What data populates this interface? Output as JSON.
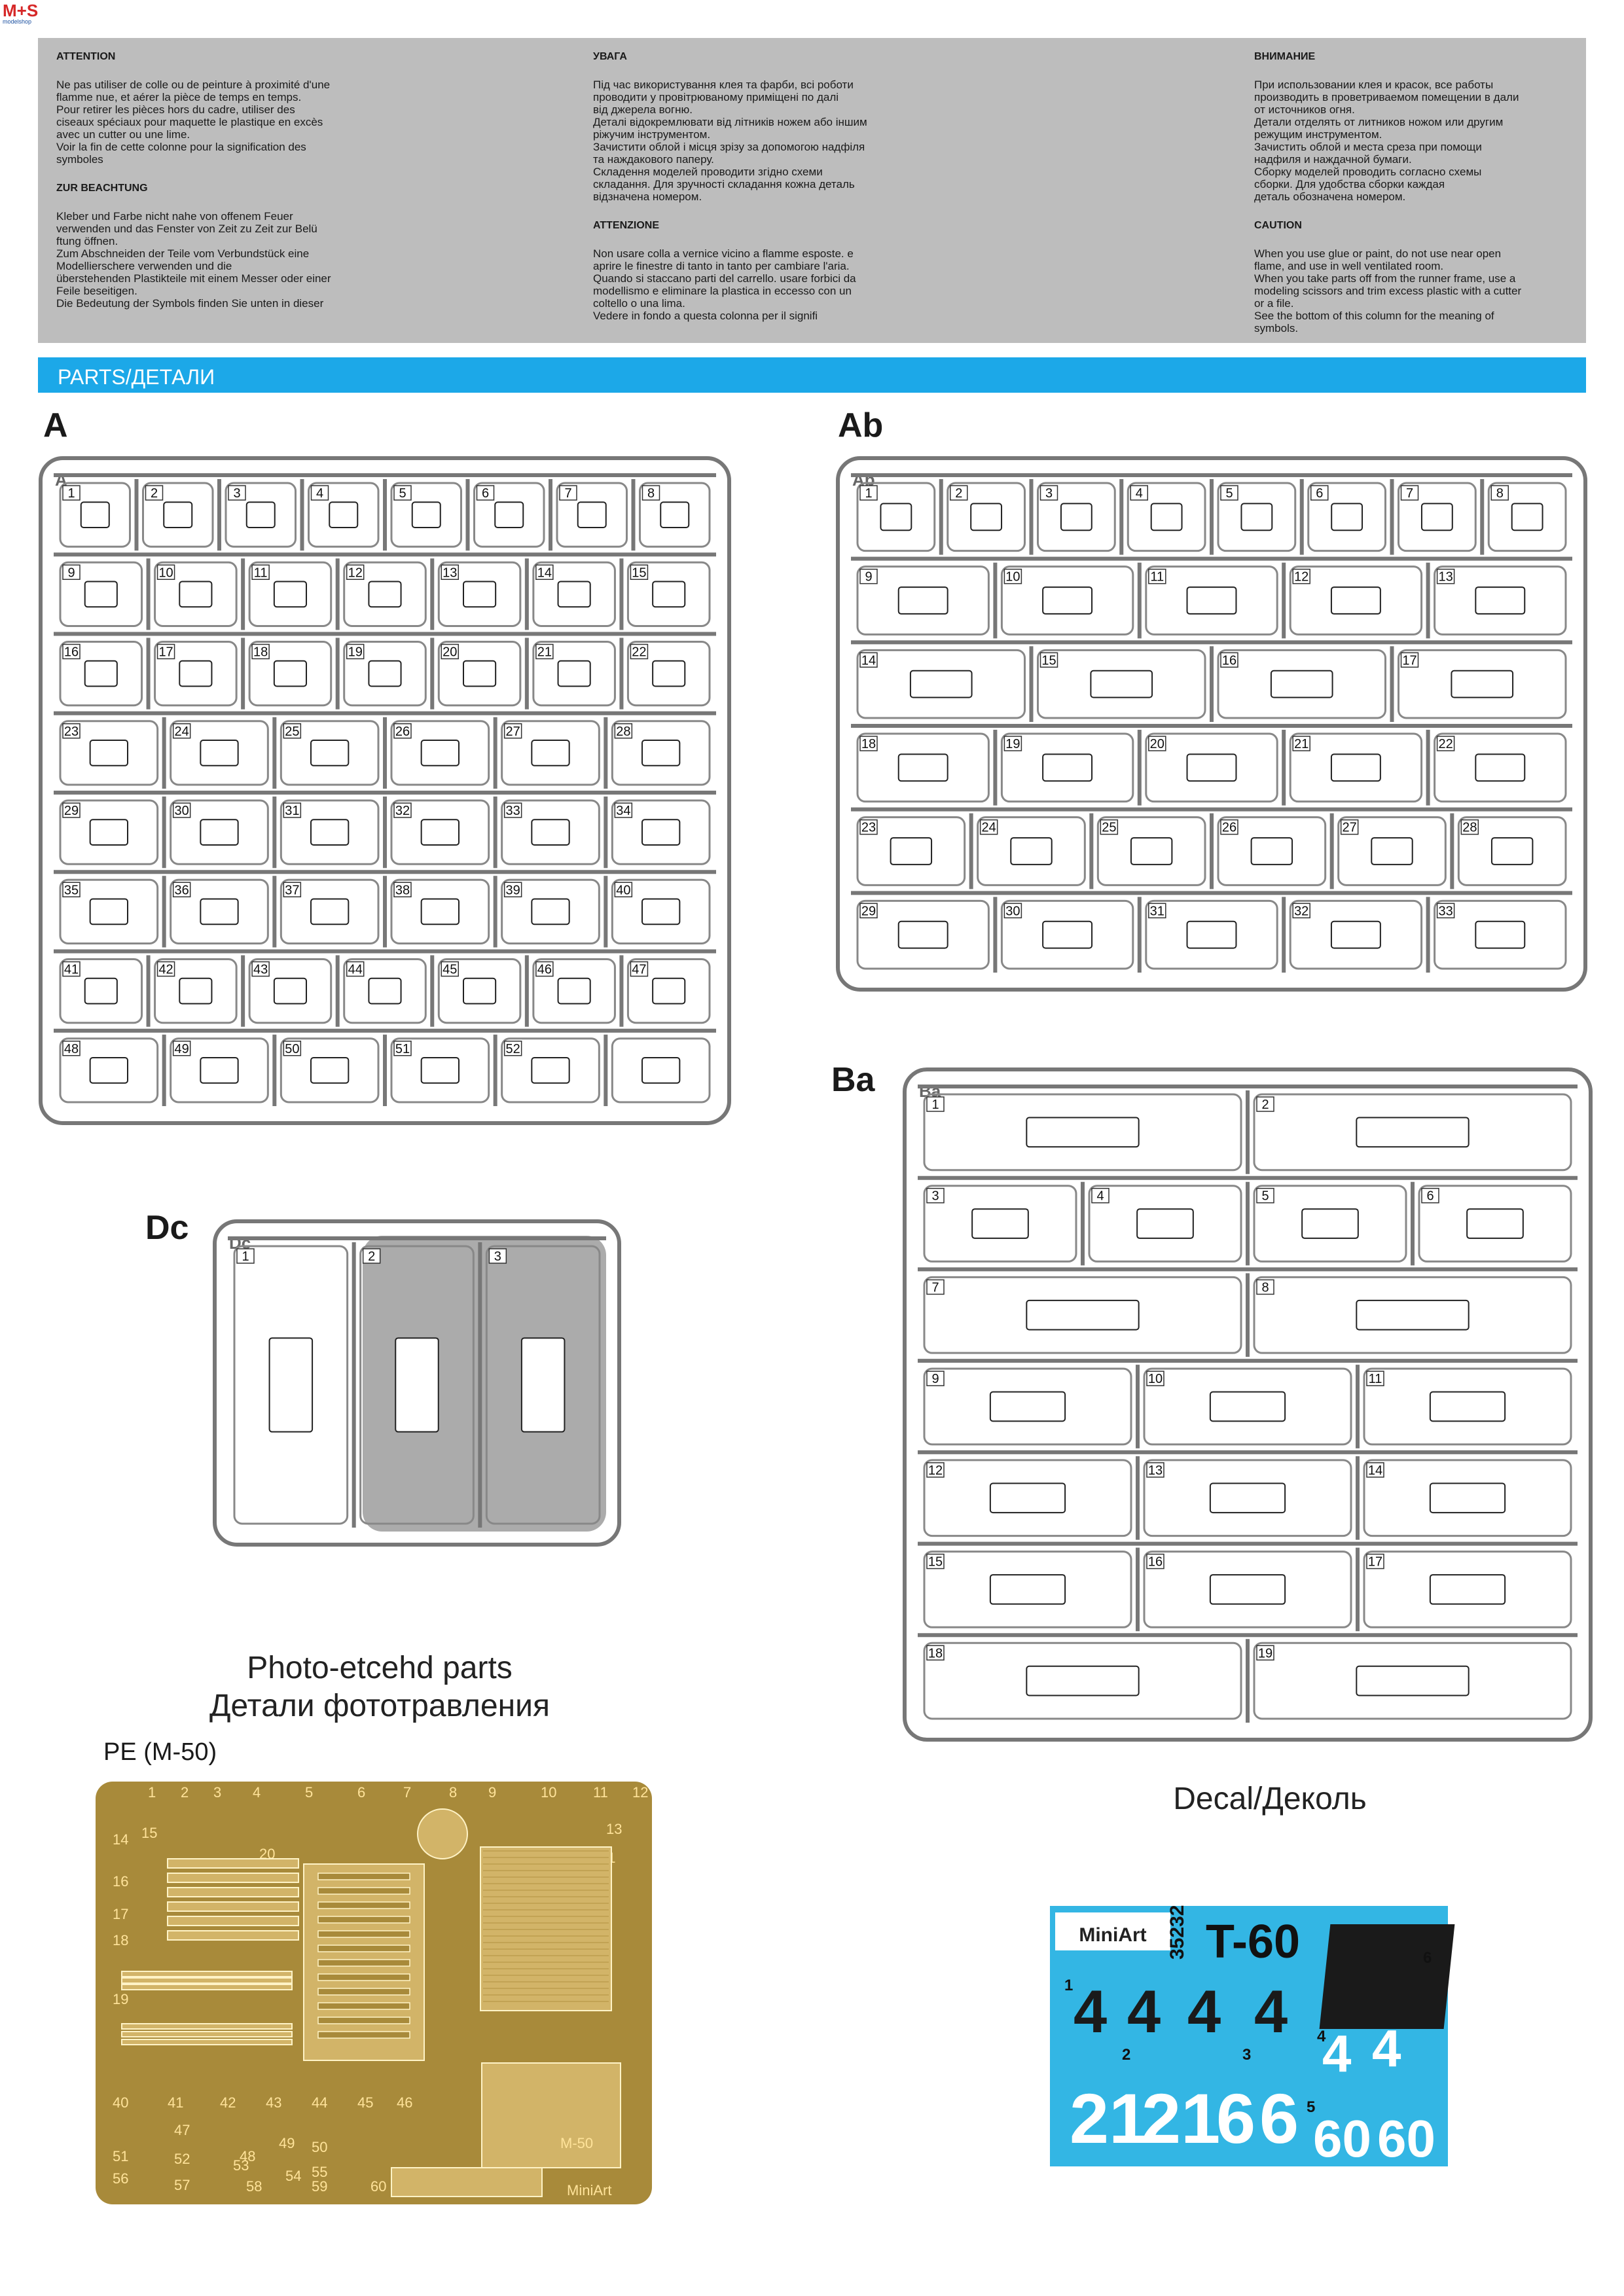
{
  "header": {
    "logo_text": "M+S",
    "logo_sub": "modelshop"
  },
  "warnings": {
    "fr": {
      "title": "ATTENTION",
      "text": "Ne pas utiliser de colle ou de peinture à proximité d'une\nflamme nue, et aérer la pièce de temps en temps.\nPour retirer les pièces hors du cadre, utiliser des\nciseaux spéciaux pour maquette le plastique en excès\navec un cutter ou une lime.\nVoir la fin de cette colonne pour la signification des\nsymboles"
    },
    "de": {
      "title": "ZUR BEACHTUNG",
      "text": "Kleber und Farbe nicht nahe von offenem Feuer\nverwenden und das Fenster von Zeit zu Zeit zur Belü\nftung öffnen.\nZum Abschneiden der Teile vom Verbundstück eine\nModellierschere verwenden und die\nüberstehenden Plastikteile mit einem Messer oder einer\nFeile beseitigen.\nDie Bedeutung der Symbols finden Sie unten in dieser"
    },
    "ua": {
      "title": "УВАГА",
      "text": "Під час використування клея та фарби, всі роботи\nпроводити у провітрюваному приміщені по далі\nвід джерела вогню.\nДеталі відокремлювати від літників ножем або іншим\nріжучим інструментом.\nЗачистити облой і місця зрізу за допомогою надфіля\nта наждакового паперу.\nСкладення моделей проводити згідно схеми\nскладання. Для зручності складання кожна деталь\nвідзначена номером."
    },
    "it": {
      "title": "ATTENZIONE",
      "text": "Non usare colla a vernice vicino a flamme esposte. e\naprire le finestre di tanto in tanto per cambiare l'aria.\nQuando si staccano parti del carrello. usare forbici da\nmodellismo e eliminare la plastica in eccesso con un\ncoltello o una lima.\nVedere in fondo a questa colonna per il signifi"
    },
    "ru": {
      "title": "ВНИМАНИЕ",
      "text": "При использовании клея и красок, все работы\nпроизводить в проветриваемом помещении в дали\nот источников огня.\nДетали отделять от литников ножом или другим\nрежущим инструментом.\nЗачистить облой и места среза при помощи\nнадфиля и наждачной бумаги.\nСборку моделей проводить согласно схемы\nсборки. Для удобства сборки каждая\nдеталь обозначена номером."
    },
    "en": {
      "title": "CAUTION",
      "text": "When you use glue or paint, do not use near open\nflame, and use in well ventilated room.\nWhen you take parts off from the runner frame, use a\nmodeling scissors and trim excess plastic with a cutter\nor a file.\nSee the bottom of this column for the meaning of\nsymbols."
    }
  },
  "parts_heading": "PARTS/ДЕТАЛИ",
  "sprues": {
    "A": {
      "letter": "A",
      "tag": "A",
      "numbers": [
        "1",
        "2",
        "3",
        "4",
        "5",
        "6",
        "7",
        "8",
        "9",
        "10",
        "11",
        "12",
        "13",
        "14",
        "15",
        "16",
        "17",
        "18",
        "19",
        "20",
        "21",
        "22",
        "23",
        "24",
        "25",
        "26",
        "27",
        "28",
        "29",
        "30",
        "31",
        "32",
        "33",
        "34",
        "35",
        "36",
        "37",
        "38",
        "39",
        "40",
        "41",
        "42",
        "43",
        "44",
        "45",
        "46",
        "47",
        "48",
        "49",
        "50",
        "51",
        "52"
      ]
    },
    "Ab": {
      "letter": "Ab",
      "tag": "Ab",
      "numbers": [
        "1",
        "2",
        "3",
        "4",
        "5",
        "6",
        "7",
        "8",
        "9",
        "10",
        "11",
        "12",
        "13",
        "14",
        "15",
        "16",
        "17",
        "18",
        "19",
        "20",
        "21",
        "22",
        "23",
        "24",
        "25",
        "26",
        "27",
        "28",
        "29",
        "30",
        "31",
        "32",
        "33"
      ]
    },
    "Ba": {
      "letter": "Ba",
      "tag": "Ba",
      "numbers": [
        "1",
        "2",
        "3",
        "4",
        "5",
        "6",
        "7",
        "8",
        "9",
        "10",
        "11",
        "12",
        "13",
        "14",
        "15",
        "16",
        "17",
        "18",
        "19"
      ]
    },
    "Dc": {
      "letter": "Dc",
      "tag": "Dc",
      "numbers": [
        "1",
        "2",
        "3"
      ]
    }
  },
  "pe": {
    "caption_en": "Photo-etcehd parts",
    "caption_ru": "Детали фототравления",
    "label": "PE (M-50)",
    "sheet_mark": "M-50",
    "sheet_brand": "MiniArt",
    "numbers": [
      "1",
      "2",
      "3",
      "4",
      "5",
      "6",
      "7",
      "8",
      "9",
      "10",
      "11",
      "12",
      "13",
      "14",
      "15",
      "16",
      "17",
      "18",
      "19",
      "20",
      "21",
      "40",
      "41",
      "42",
      "43",
      "44",
      "45",
      "46",
      "47",
      "48",
      "49",
      "50",
      "51",
      "52",
      "53",
      "54",
      "55",
      "56",
      "57",
      "58",
      "59",
      "60"
    ]
  },
  "decal": {
    "caption": "Decal/Деколь",
    "brand": "MiniArt",
    "kit_number": "35232",
    "model": "T-60",
    "markings": {
      "m1": "4",
      "m1b": "4",
      "m1c": "4",
      "m1d": "4",
      "m2a": "21",
      "m2b": "21",
      "m3a": "6",
      "m3b": "6",
      "m4a": "4",
      "m4b": "4",
      "m5a": "60",
      "m5b": "60"
    },
    "indices": [
      "1",
      "2",
      "3",
      "4",
      "5",
      "6"
    ],
    "colors": {
      "background": "#33b6e4",
      "ink": "#1a1a1a",
      "white": "#ffffff"
    }
  },
  "colors": {
    "accent": "#1ca8e8",
    "warn_bg": "#bdbdbd",
    "pe_sheet": "#a88a3a"
  }
}
